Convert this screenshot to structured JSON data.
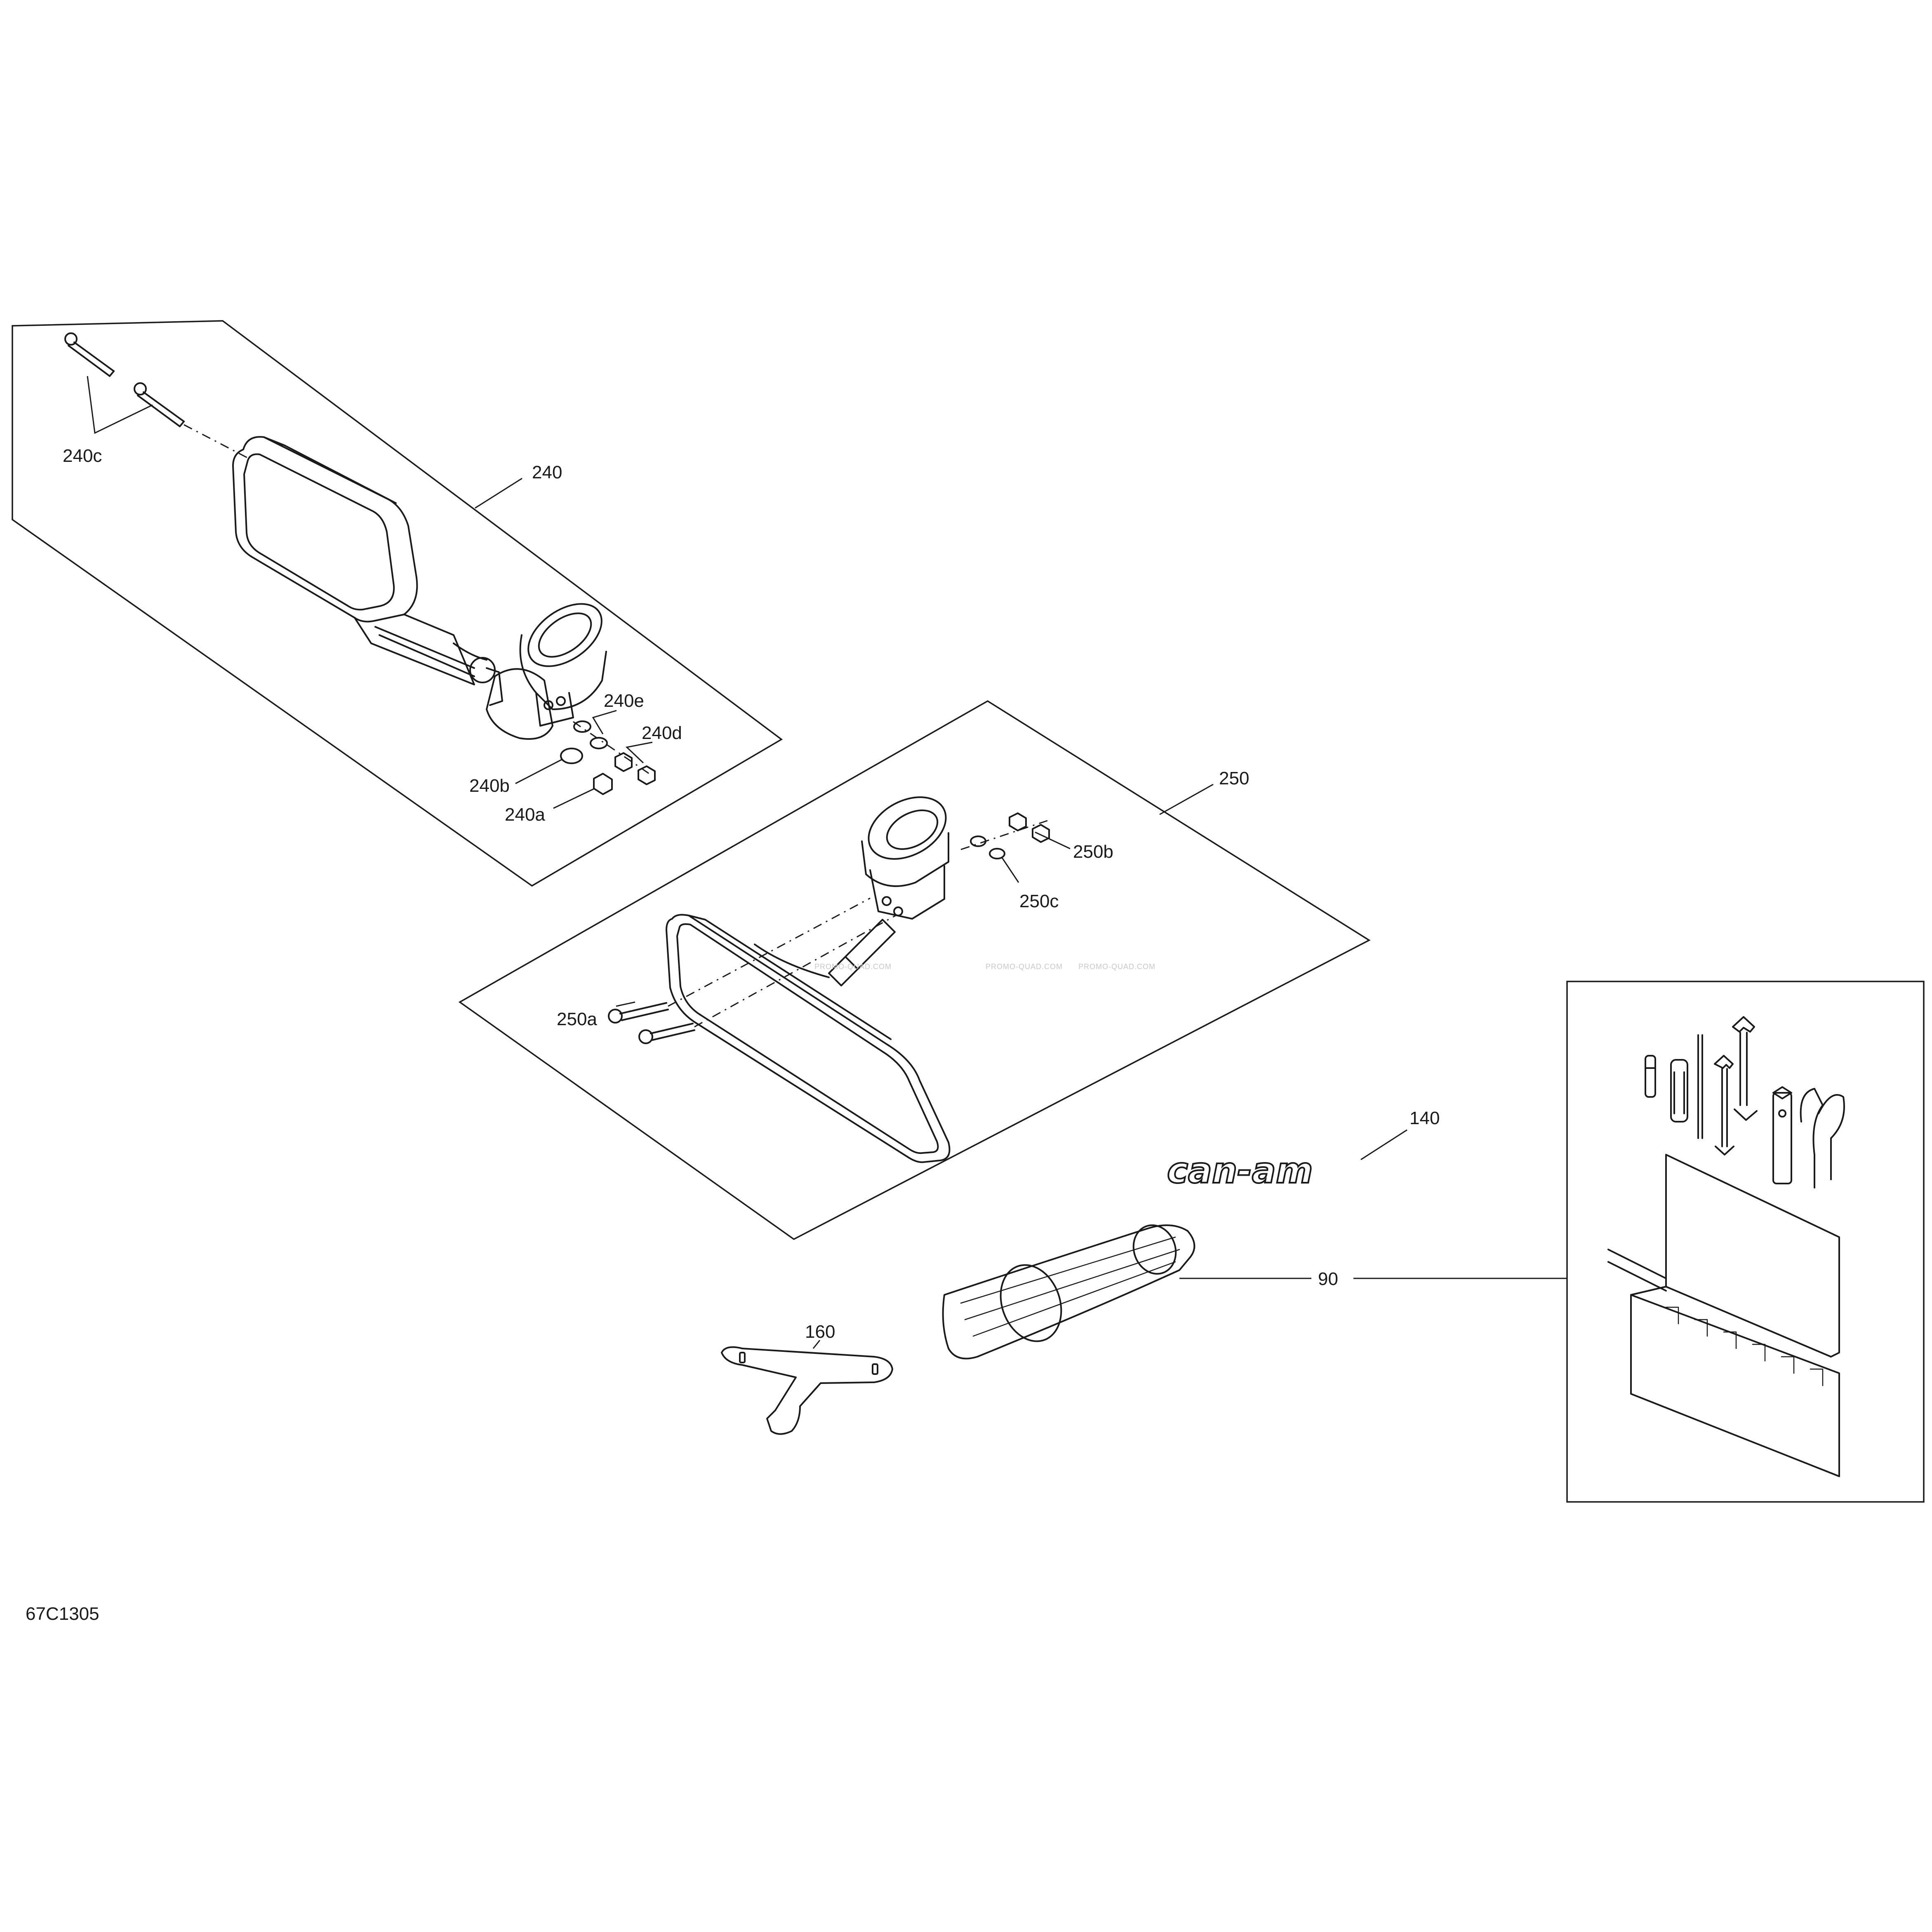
{
  "diagram_code": "67C1305",
  "callouts": {
    "c240": "240",
    "c240a": "240a",
    "c240b": "240b",
    "c240c": "240c",
    "c240d": "240d",
    "c240e": "240e",
    "c250": "250",
    "c250a": "250a",
    "c250b": "250b",
    "c250c": "250c",
    "c140": "140",
    "c90": "90",
    "c160": "160"
  },
  "logo_text": "can-am",
  "watermark": "PROMO-QUAD.COM",
  "colors": {
    "line": "#1a1a1a",
    "background": "#ffffff",
    "watermark": "#c8c8c8"
  }
}
